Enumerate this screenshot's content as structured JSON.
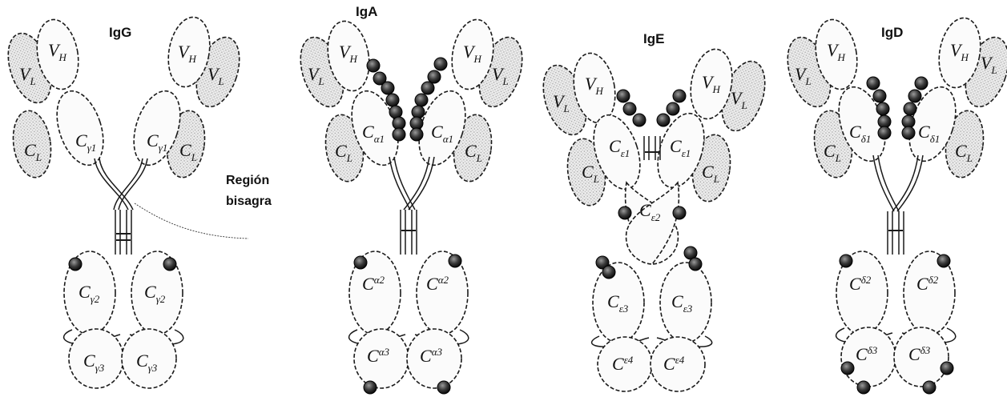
{
  "antibodies": [
    {
      "title": "IgG",
      "vh": "V",
      "vh_sub": "H",
      "vl": "V",
      "vl_sub": "L",
      "cl": "C",
      "cl_sub": "L",
      "ch1": "C",
      "ch1_sub": "γ1",
      "ch2": "C",
      "ch2_sub": "γ2",
      "ch3": "C",
      "ch3_sub": "γ3"
    },
    {
      "title": "IgA",
      "vh": "V",
      "vh_sub": "H",
      "vl": "V",
      "vl_sub": "L",
      "cl": "C",
      "cl_sub": "L",
      "ch1": "C",
      "ch1_sub": "α1",
      "ch2": "C",
      "ch2_sub": "α2",
      "ch3": "C",
      "ch3_sub": "α3"
    },
    {
      "title": "IgE",
      "vh": "V",
      "vh_sub": "H",
      "vl": "V",
      "vl_sub": "L",
      "cl": "C",
      "cl_sub": "L",
      "ch1": "C",
      "ch1_sub": "ε1",
      "ch2": "C",
      "ch2_sub": "ε2",
      "ch3": "C",
      "ch3_sub": "ε3",
      "ch4": "C",
      "ch4_sub": "ε4"
    },
    {
      "title": "IgD",
      "vh": "V",
      "vh_sub": "H",
      "vl": "V",
      "vl_sub": "L",
      "cl": "C",
      "cl_sub": "L",
      "ch1": "C",
      "ch1_sub": "δ1",
      "ch2": "C",
      "ch2_sub": "δ2",
      "ch3": "C",
      "ch3_sub": "δ3"
    }
  ],
  "annotation": {
    "hinge_line1": "Región",
    "hinge_line2": "bisagra"
  },
  "colors": {
    "outline": "#1a1a1a",
    "light_chain_fill": "#d8d8d8",
    "heavy_chain_fill": "#fbfbfb",
    "glycosylation": "#222222"
  }
}
